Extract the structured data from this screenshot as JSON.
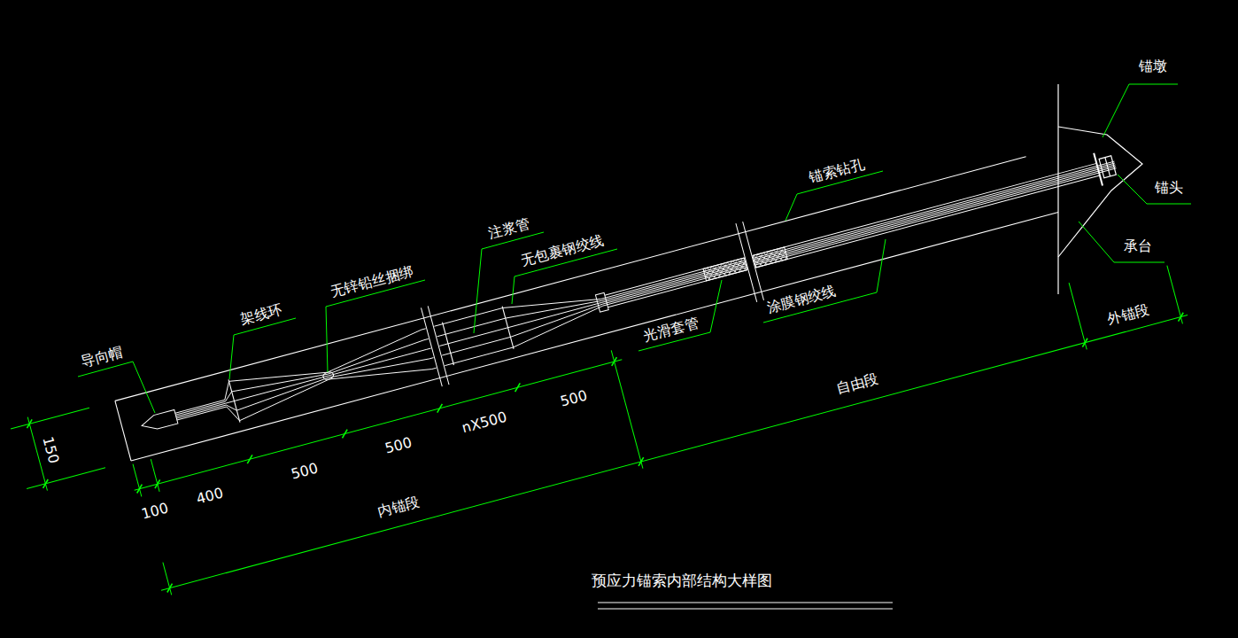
{
  "diagram": {
    "caption": "预应力锚索内部结构大样图",
    "labels": [
      "锚墩",
      "锚头",
      "承台",
      "锚索钻孔",
      "注浆管",
      "无包裹钢绞线",
      "无锌铅丝捆绑",
      "架线环",
      "导向帽",
      "光滑套管",
      "涂膜钢绞线",
      "外锚段",
      "自由段",
      "内锚段",
      "150",
      "100",
      "400",
      "500",
      "500",
      "nX500",
      "500"
    ]
  }
}
